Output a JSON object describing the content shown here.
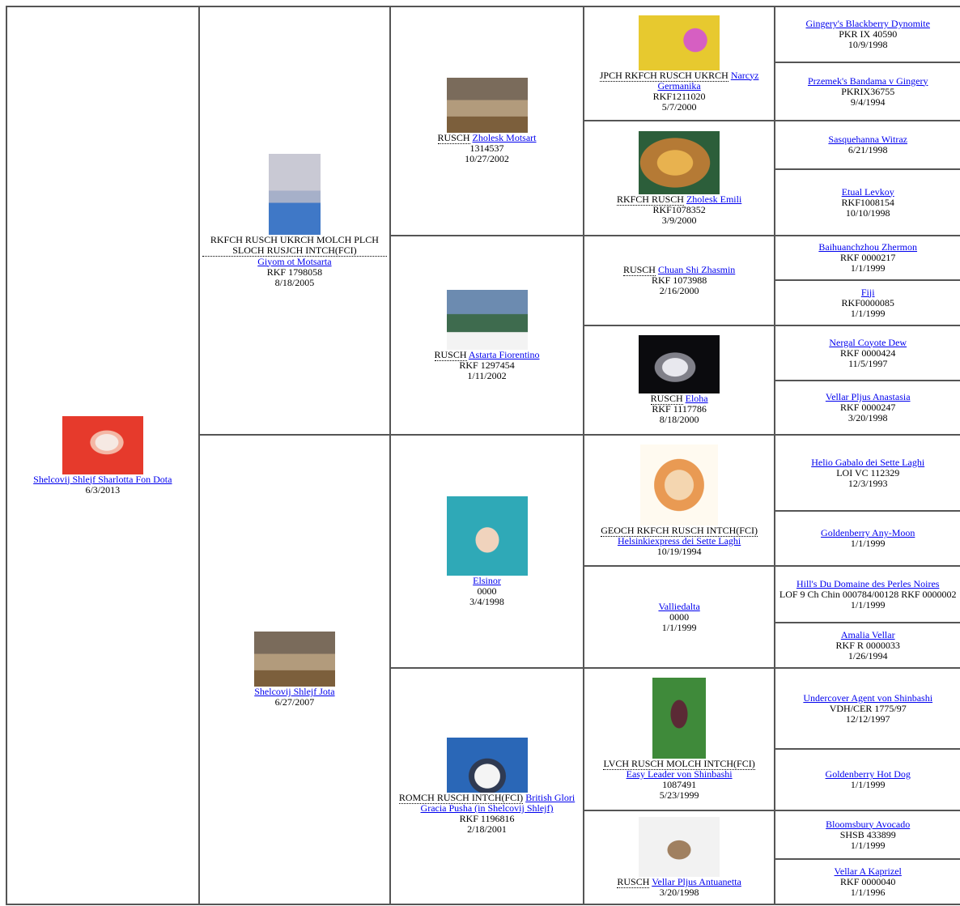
{
  "dog": {
    "name": "Shelcovij Shlejf Sharlotta Fon Dota",
    "dob": "6/3/2013",
    "photo": "crested-dog-red-background-photo"
  },
  "sire": {
    "titles": "RKFCH RUSCH UKRCH MOLCH PLCH SLOCH RUSJCH INTCH(FCI)",
    "name": "Giyom ot Motsarta",
    "reg": "RKF 1798058",
    "dob": "8/18/2005",
    "photo": "handler-in-show-ring-photo"
  },
  "dam": {
    "name": "Shelcovij Shlejf Jota",
    "dob": "6/27/2007",
    "photo": "two-dogs-photo"
  },
  "ss": {
    "titles": "RUSCH",
    "name": "Zholesk Motsart",
    "reg": "1314537",
    "dob": "10/27/2002",
    "photo": "dog-with-handler-photo"
  },
  "sd": {
    "titles": "RUSCH",
    "name": "Astarta Fiorentino",
    "reg": "RKF 1297454",
    "dob": "1/11/2002",
    "photo": "dog-by-lake-photo"
  },
  "ds": {
    "name": "Elsinor",
    "reg": "0000",
    "dob": "3/4/1998",
    "photo": "hairless-dog-teal-photo"
  },
  "dd": {
    "titles": "ROMCH RUSCH INTCH(FCI)",
    "name": "British Glori Gracia Pusha (in Shelcovij Shlejf)",
    "reg": "RKF 1196816",
    "dob": "2/18/2001",
    "photo": "powderpuff-blue-background-photo"
  },
  "sss": {
    "titles": "JPCH RKFCH RUSCH UKRCH",
    "name": "Narcyz Germanika",
    "reg": "RKF1211020",
    "dob": "5/7/2000",
    "photo": "dog-with-flowers-photo"
  },
  "ssd": {
    "titles": "RKFCH RUSCH",
    "name": "Zholesk Emili",
    "reg": "RKF1078352",
    "dob": "3/9/2000",
    "photo": "golden-long-hair-dog-photo"
  },
  "sds": {
    "titles": "RUSCH",
    "name": "Chuan Shi Zhasmin",
    "reg": "RKF 1073988",
    "dob": "2/16/2000"
  },
  "sdd": {
    "titles": "RUSCH",
    "name": "Eloha",
    "reg": "RKF 1117786",
    "dob": "8/18/2000",
    "photo": "dog-dark-background-photo"
  },
  "dss": {
    "titles": "GEOCH RKFCH RUSCH INTCH(FCI)",
    "name": "Helsinkiexpress dei Sette Laghi",
    "dob": "10/19/1994",
    "photo": "long-coat-cream-dog-photo"
  },
  "dsd": {
    "name": "Valliedalta",
    "reg": "0000",
    "dob": "1/1/1999"
  },
  "dds": {
    "titles": "LVCH RUSCH MOLCH INTCH(FCI)",
    "name": "Easy Leader von Shinbashi",
    "reg": "1087491",
    "dob": "5/23/1999",
    "photo": "dog-on-grass-photo"
  },
  "ddd": {
    "titles": "RUSCH",
    "name": "Vellar Pljus Antuanetta",
    "dob": "3/20/1998",
    "photo": "hairless-dog-standing-photo"
  },
  "g5": [
    {
      "name": "Gingery's Blackberry Dynomite",
      "reg": "PKR IX 40590",
      "dob": "10/9/1998"
    },
    {
      "name": "Przemek's Bandama v Gingery",
      "reg": "PKRIX36755",
      "dob": "9/4/1994"
    },
    {
      "name": "Sasquehanna Witraz",
      "dob": "6/21/1998"
    },
    {
      "name": "Etual Levkoy",
      "reg": "RKF1008154",
      "dob": "10/10/1998"
    },
    {
      "name": "Baihuanchzhou Zhermon",
      "reg": "RKF 0000217",
      "dob": "1/1/1999"
    },
    {
      "name": "Fiji",
      "reg": "RKF0000085",
      "dob": "1/1/1999"
    },
    {
      "name": "Nergal Coyote Dew",
      "reg": "RKF 0000424",
      "dob": "11/5/1997"
    },
    {
      "name": "Vellar Pljus Anastasia",
      "reg": "RKF 0000247",
      "dob": "3/20/1998"
    },
    {
      "name": "Helio Gabalo dei Sette Laghi",
      "reg": "LOI VC 112329",
      "dob": "12/3/1993"
    },
    {
      "name": "Goldenberry Any-Moon",
      "dob": "1/1/1999"
    },
    {
      "name": "Hill's Du Domaine des Perles Noires",
      "reg": "LOF 9 Ch Chin 000784/00128 RKF 0000002",
      "dob": "1/1/1999"
    },
    {
      "name": "Amalia Vellar",
      "reg": "RKF R 0000033",
      "dob": "1/26/1994"
    },
    {
      "name": "Undercover Agent von Shinbashi",
      "reg": "VDH/CER 1775/97",
      "dob": "12/12/1997"
    },
    {
      "name": "Goldenberry Hot Dog",
      "dob": "1/1/1999"
    },
    {
      "name": "Bloomsbury Avocado",
      "reg": "SHSB 433899",
      "dob": "1/1/1999"
    },
    {
      "name": "Vellar A Kaprizel",
      "reg": "RKF 0000040",
      "dob": "1/1/1996"
    }
  ]
}
